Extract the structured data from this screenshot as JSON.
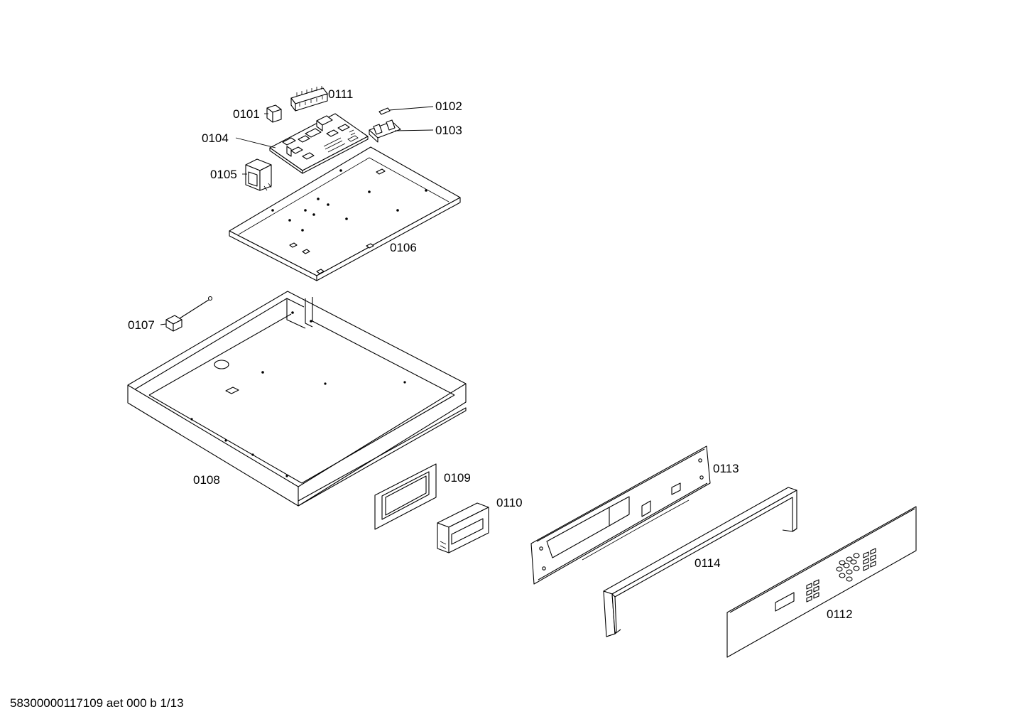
{
  "labels": {
    "p0101": "0101",
    "p0102": "0102",
    "p0103": "0103",
    "p0104": "0104",
    "p0105": "0105",
    "p0106": "0106",
    "p0107": "0107",
    "p0108": "0108",
    "p0109": "0109",
    "p0110": "0110",
    "p0111": "0111",
    "p0112": "0112",
    "p0113": "0113",
    "p0114": "0114"
  },
  "footer": "58300000117109 aet 000 b 1/13"
}
